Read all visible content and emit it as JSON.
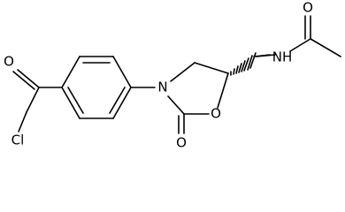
{
  "molecule": {
    "atoms": {
      "acyl_oxygen": "O",
      "chlorine": "Cl",
      "ring_nitrogen": "N",
      "ring_oxygen": "O",
      "ring_carbonyl_oxygen": "O",
      "amide_nitrogen": "NH",
      "amide_oxygen": "O"
    },
    "colors": {
      "bond": "#000000",
      "label": "#000000",
      "background": "#ffffff"
    }
  }
}
